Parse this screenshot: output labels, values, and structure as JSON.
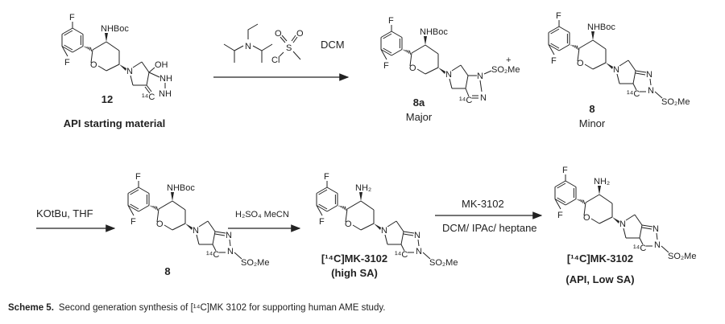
{
  "scheme": {
    "step1": {
      "reagent_base_atom": "N",
      "reagent_mscl_atoms": {
        "s": "S",
        "o1": "O",
        "o2": "O",
        "cl": "Cl"
      },
      "solvent": "DCM",
      "plus": "+"
    },
    "step2": {
      "reagents": "KOtBu, THF"
    },
    "step3": {
      "reagents": "H₂SO₄  MeCN"
    },
    "step4": {
      "above": "MK-3102",
      "below": "DCM/ IPAc/ heptane"
    },
    "molecules": [
      {
        "id": "12",
        "label": "12",
        "sublabel": "API starting material",
        "amine": "NHBoc",
        "variant": "hydroxy",
        "atoms": {
          "f": "F",
          "o": "O",
          "n": "N",
          "oh": "OH",
          "nh1": "NH",
          "nh2": "NH",
          "c14": "¹⁴C"
        }
      },
      {
        "id": "8a",
        "label": "8a",
        "sublabel": "Major",
        "amine": "NHBoc",
        "variant": "major",
        "atoms": {
          "f": "F",
          "o": "O",
          "n": "N",
          "n1": "N",
          "n2": "N",
          "so2me": "SO₂Me",
          "c14": "¹⁴C"
        }
      },
      {
        "id": "8",
        "label": "8",
        "sublabel": "Minor",
        "amine": "NHBoc",
        "variant": "minor",
        "atoms": {
          "f": "F",
          "o": "O",
          "n": "N",
          "n1": "N",
          "n2": "N",
          "so2me": "SO₂Me",
          "c14": "¹⁴C"
        }
      },
      {
        "id": "8b",
        "label": "8",
        "sublabel": "",
        "amine": "NHBoc",
        "variant": "minor",
        "atoms": {
          "f": "F",
          "o": "O",
          "n": "N",
          "n1": "N",
          "n2": "N",
          "so2me": "SO₂Me",
          "c14": "¹⁴C"
        }
      },
      {
        "id": "mk-high",
        "label": "[¹⁴C]MK-3102",
        "sublabel": "(high SA)",
        "amine": "NH₂",
        "variant": "minor",
        "atoms": {
          "f": "F",
          "o": "O",
          "n": "N",
          "n1": "N",
          "n2": "N",
          "so2me": "SO₂Me",
          "c14": "¹⁴C"
        }
      },
      {
        "id": "mk-api",
        "label": "[¹⁴C]MK-3102",
        "sublabel": "(API, Low SA)",
        "amine": "NH₂",
        "variant": "minor",
        "atoms": {
          "f": "F",
          "o": "O",
          "n": "N",
          "n1": "N",
          "n2": "N",
          "so2me": "SO₂Me",
          "c14": "¹⁴C"
        }
      }
    ]
  },
  "caption": {
    "label": "Scheme 5.",
    "text": "Second generation synthesis of [¹⁴C]MK 3102 for supporting human AME study."
  }
}
